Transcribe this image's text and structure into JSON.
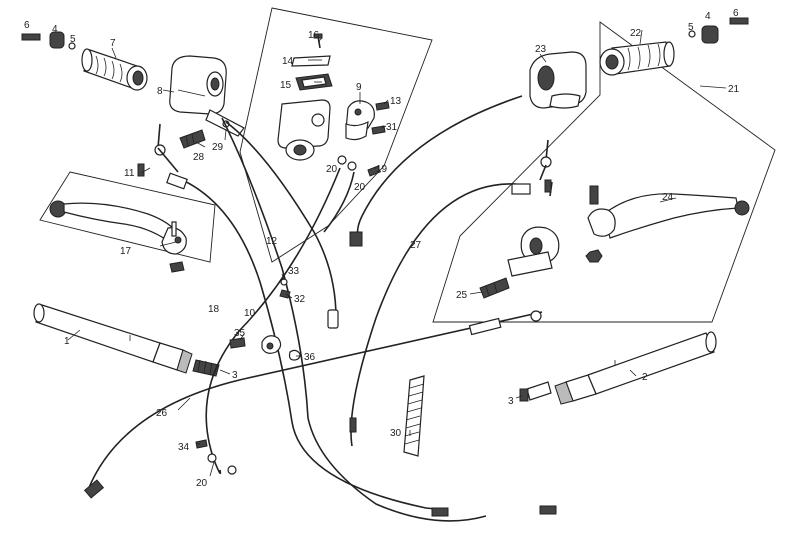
{
  "colors": {
    "line": "#222222",
    "fill_dark": "#444444",
    "fill_mid": "#bbbbbb",
    "background": "#ffffff"
  },
  "callouts": {
    "p1": "1",
    "p2": "2",
    "p3a": "3",
    "p3b": "3",
    "p4a": "4",
    "p4b": "4",
    "p5a": "5",
    "p5b": "5",
    "p6a": "6",
    "p6b": "6",
    "p7": "7",
    "p8": "8",
    "p9": "9",
    "p10": "10",
    "p11": "11",
    "p12": "12",
    "p13": "13",
    "p14": "14",
    "p15": "15",
    "p16": "16",
    "p17": "17",
    "p18": "18",
    "p19": "19",
    "p20a": "20",
    "p20b": "20",
    "p20c": "20",
    "p21": "21",
    "p22": "22",
    "p23": "23",
    "p24": "24",
    "p25": "25",
    "p26": "26",
    "p27": "27",
    "p28": "28",
    "p29": "29",
    "p30": "30",
    "p31": "31",
    "p32": "32",
    "p33": "33",
    "p34": "34",
    "p35": "35",
    "p36": "36"
  }
}
